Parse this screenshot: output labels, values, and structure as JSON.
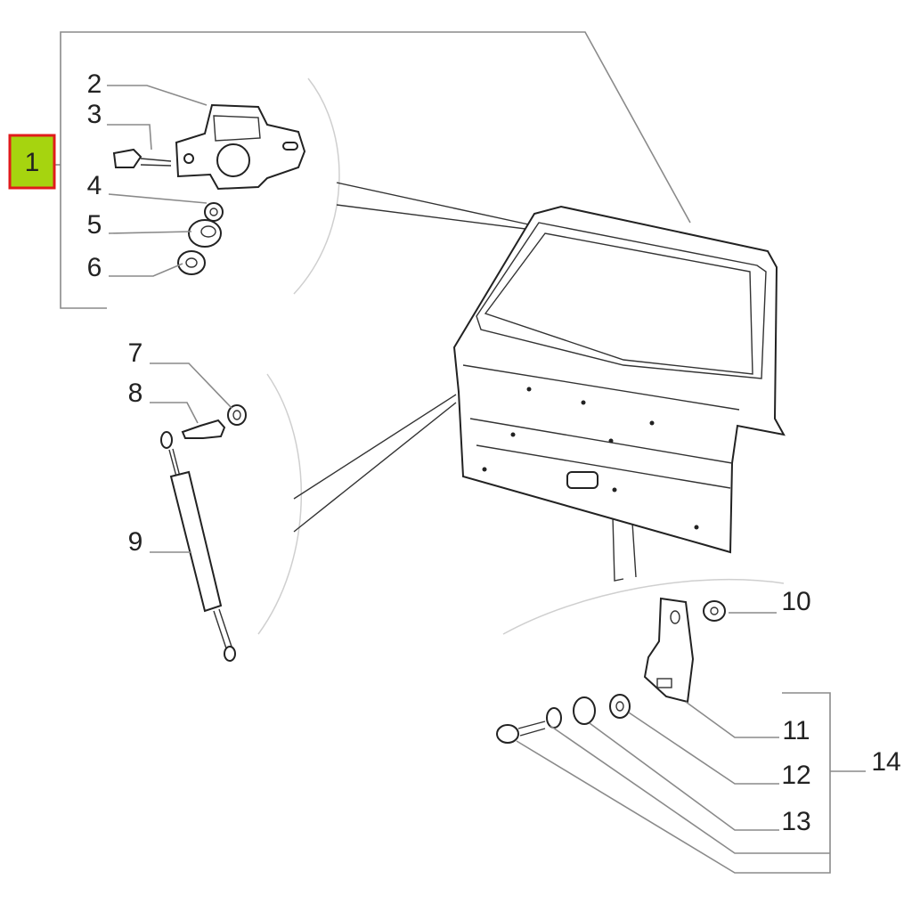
{
  "callouts": {
    "c1": "1",
    "c2": "2",
    "c3": "3",
    "c4": "4",
    "c5": "5",
    "c6": "6",
    "c7": "7",
    "c8": "8",
    "c9": "9",
    "c10": "10",
    "c11": "11",
    "c12": "12",
    "c13": "13",
    "c14": "14"
  },
  "highlight": {
    "fill": "#a6d40f",
    "border": "#e01b1b"
  },
  "colors": {
    "line": "#222222",
    "leader": "#8a8a8a",
    "background": "#ffffff"
  }
}
